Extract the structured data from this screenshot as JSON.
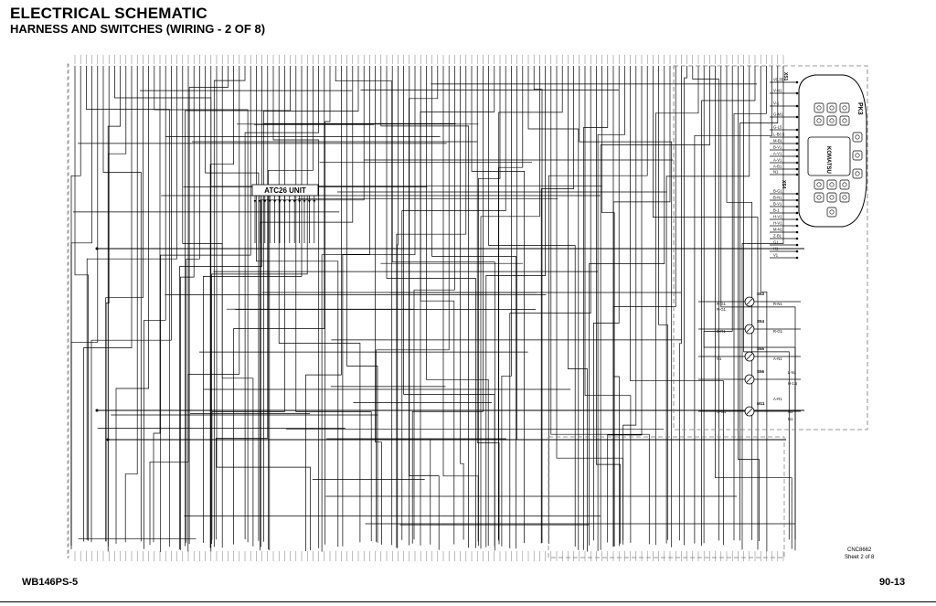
{
  "header": {
    "title": "ELECTRICAL SCHEMATIC",
    "subtitle": "HARNESS AND SWITCHES (WIRING - 2 OF 8)"
  },
  "footer": {
    "model": "WB146PS-5",
    "page": "90-13",
    "drawing_code": "CNC8662",
    "sheet": "Sheet 2 of 8"
  },
  "schematic": {
    "atc_unit_label": "ATC26 UNIT",
    "panel_id": "PK3",
    "panel_brand": "KOMATSU",
    "connector_labels": [
      "XS1",
      "XS4"
    ],
    "switch_labels": [
      "S53",
      "S54",
      "S55",
      "S56",
      "M11"
    ],
    "right_wire_labels": [
      "V0.35",
      "V-N1",
      "V-1",
      "G-M1",
      "G-L5",
      "L-B0.5",
      "M-B1",
      "B-V1",
      "A-V1",
      "A-V1",
      "A-B1",
      "N1",
      "B-G1",
      "B-N1",
      "B-V1",
      "B-1",
      "H-V1",
      "H-V1",
      "M-N1",
      "Z-B1",
      "G1",
      "H1",
      "V1"
    ],
    "switch_wire_labels": [
      "R-G1",
      "R-G1",
      "R-N1",
      "B-R1",
      "R-G1",
      "N1",
      "A-N1",
      "L-N1",
      "H-1.5",
      "G-G1",
      "A-R1",
      "N1",
      "N1"
    ]
  },
  "colors": {
    "line": "#000000",
    "background": "#ffffff",
    "dash": "#777777"
  }
}
